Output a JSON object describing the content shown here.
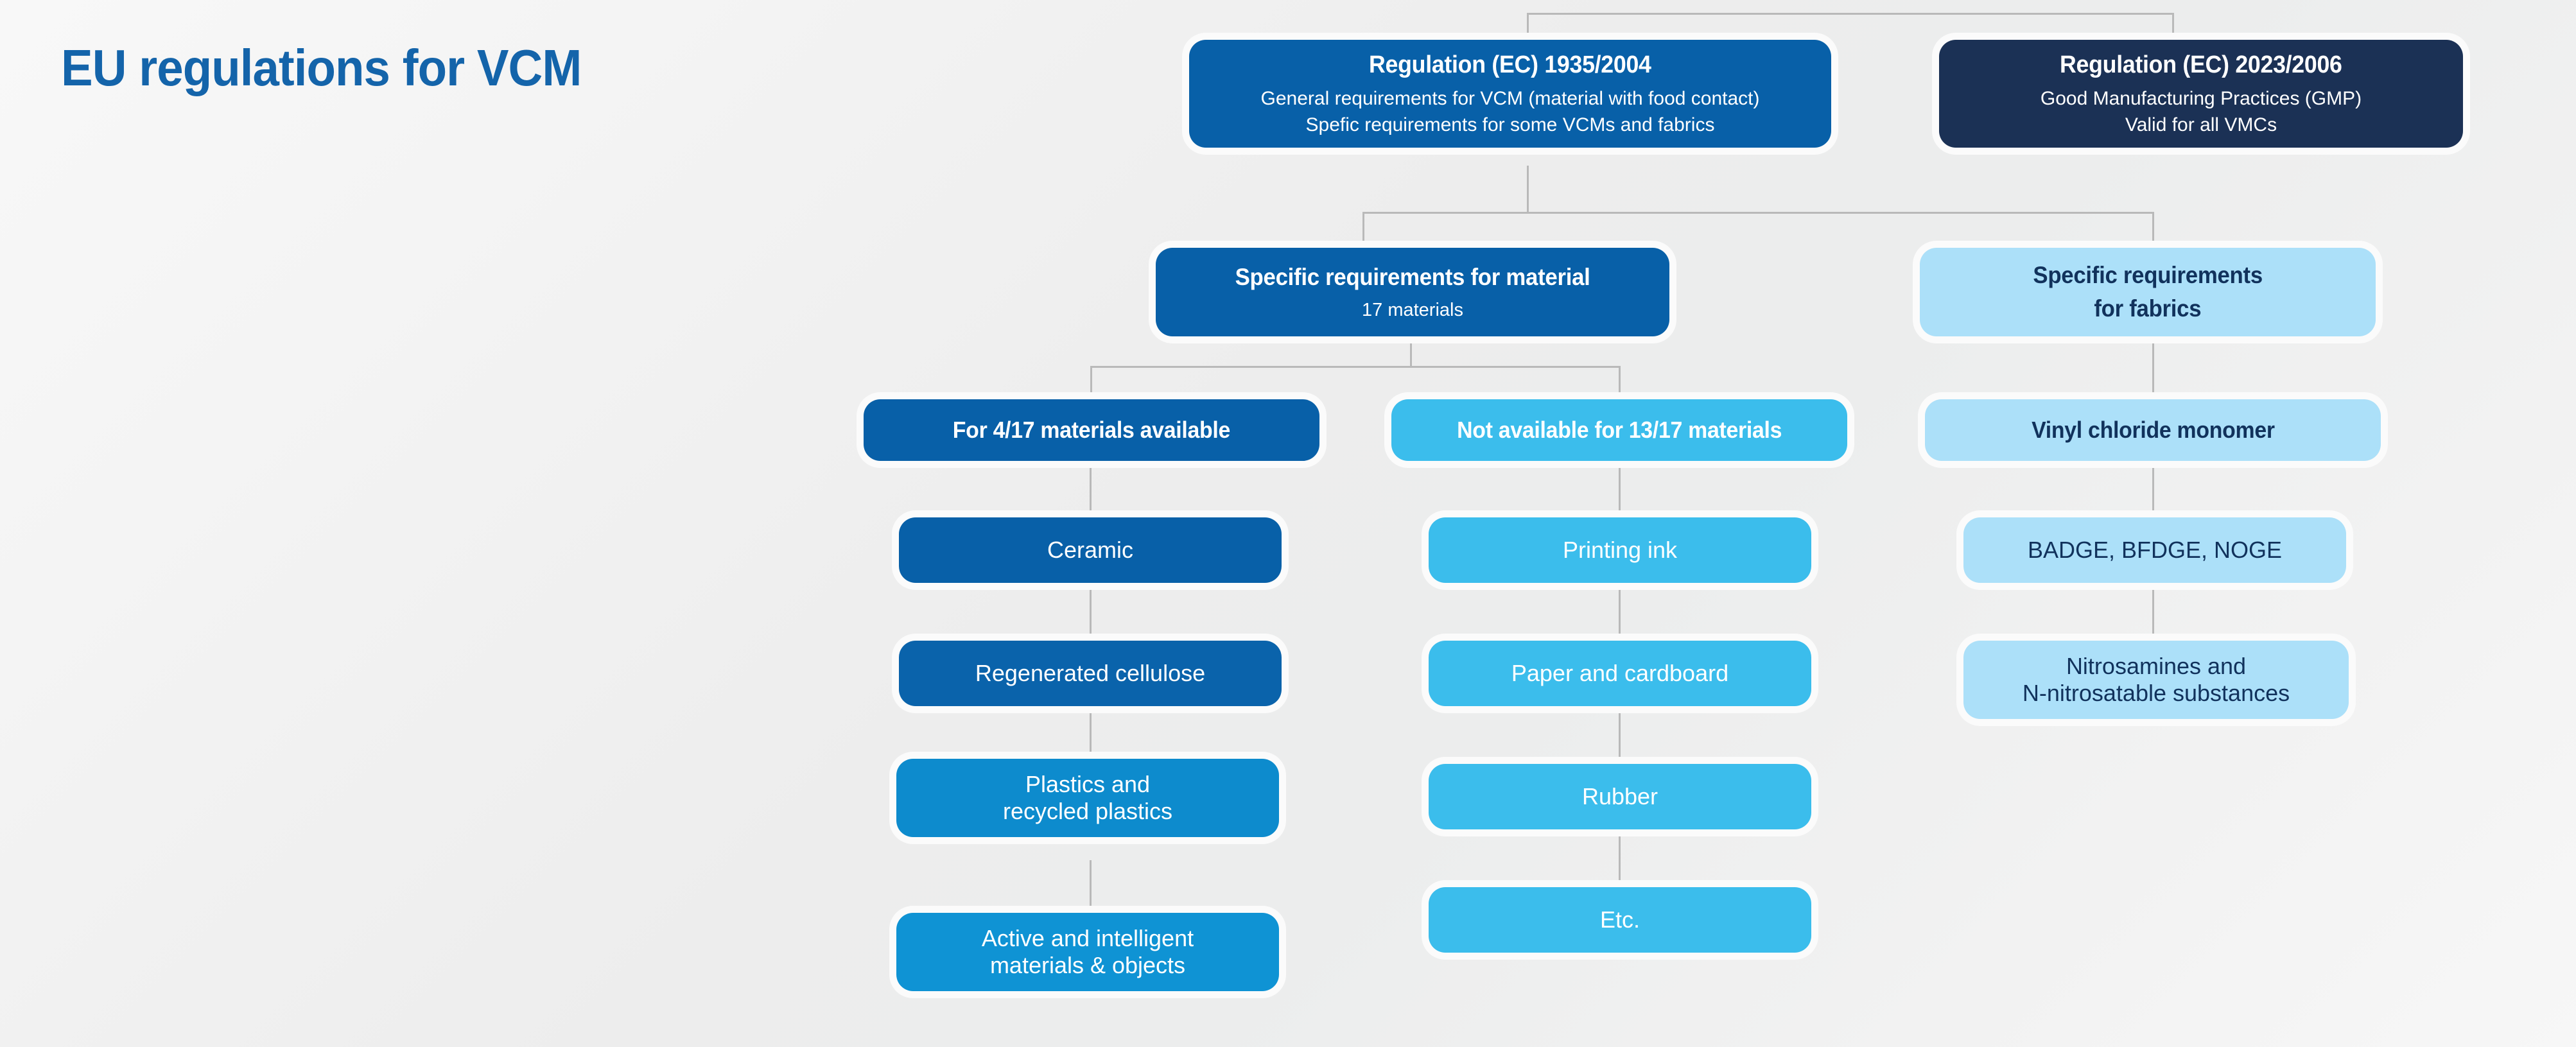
{
  "page": {
    "title": "EU regulations for VCM",
    "background_color": "#f0f0f0",
    "title_color": "#1464aa",
    "connector_color": "#b9b9b9"
  },
  "palette": {
    "dark_blue": "#0860a8",
    "navy": "#1b3155",
    "cyan": "#3bbdec",
    "light_blue": "#ace0f9",
    "white": "#ffffff"
  },
  "diagram": {
    "type": "hierarchy-flowchart",
    "level1": [
      {
        "id": "reg-1935-2004",
        "heading": "Regulation (EC) 1935/2004",
        "line1": "General requirements for VCM (material with food contact)",
        "line2": "Spefic requirements for some VCMs and fabrics",
        "color": "#0860a8",
        "text_color": "#ffffff"
      },
      {
        "id": "reg-2023-2006",
        "heading": "Regulation (EC) 2023/2006",
        "line1": "Good Manufacturing Practices (GMP)",
        "line2": "Valid for all VMCs",
        "color": "#1b3155",
        "text_color": "#ffffff"
      }
    ],
    "level2": [
      {
        "id": "specific-requirements-material",
        "heading": "Specific requirements for material",
        "line1": "17 materials",
        "color": "#0860a8",
        "text_color": "#ffffff"
      },
      {
        "id": "specific-requirements-fabrics",
        "heading_line1": "Specific requirements",
        "heading_line2": "for fabrics",
        "color": "#ace0f9",
        "text_color": "#11325c"
      }
    ],
    "level3": [
      {
        "id": "for-4-17-materials-available",
        "heading": "For 4/17 materials available",
        "color": "#0860a8",
        "text_color": "#ffffff"
      },
      {
        "id": "not-available-for-13-17-materials",
        "heading": "Not available for 13/17 materials",
        "color": "#3bbdec",
        "text_color": "#ffffff"
      },
      {
        "id": "vinyl-chloride-monomer",
        "heading": "Vinyl chloride monomer",
        "color": "#ace0f9",
        "text_color": "#11325c"
      }
    ],
    "column_available": {
      "parent": "for-4-17-materials-available",
      "items": [
        {
          "label": "Ceramic",
          "color": "#0860a8",
          "text_color": "#ffffff"
        },
        {
          "label": "Regenerated cellulose",
          "color": "#0a63ab",
          "text_color": "#ffffff"
        },
        {
          "label_line1": "Plastics and",
          "label_line2": "recycled plastics",
          "color": "#0d8bcd",
          "text_color": "#ffffff"
        },
        {
          "label_line1": "Active and intelligent",
          "label_line2": "materials & objects",
          "color": "#0f93d4",
          "text_color": "#ffffff"
        }
      ]
    },
    "column_not_available": {
      "parent": "not-available-for-13-17-materials",
      "items": [
        {
          "label": "Printing ink",
          "color": "#3bbdec",
          "text_color": "#ffffff"
        },
        {
          "label": "Paper and cardboard",
          "color": "#3bbdec",
          "text_color": "#ffffff"
        },
        {
          "label": "Rubber",
          "color": "#3bbdec",
          "text_color": "#ffffff"
        },
        {
          "label": "Etc.",
          "color": "#3bbdec",
          "text_color": "#ffffff"
        }
      ]
    },
    "column_fabrics": {
      "parent": "vinyl-chloride-monomer",
      "items": [
        {
          "label": "BADGE, BFDGE, NOGE",
          "color": "#ace0f9",
          "text_color": "#11325c"
        },
        {
          "label_line1": "Nitrosamines and",
          "label_line2": "N-nitrosatable substances",
          "color": "#ace0f9",
          "text_color": "#11325c"
        }
      ]
    }
  }
}
